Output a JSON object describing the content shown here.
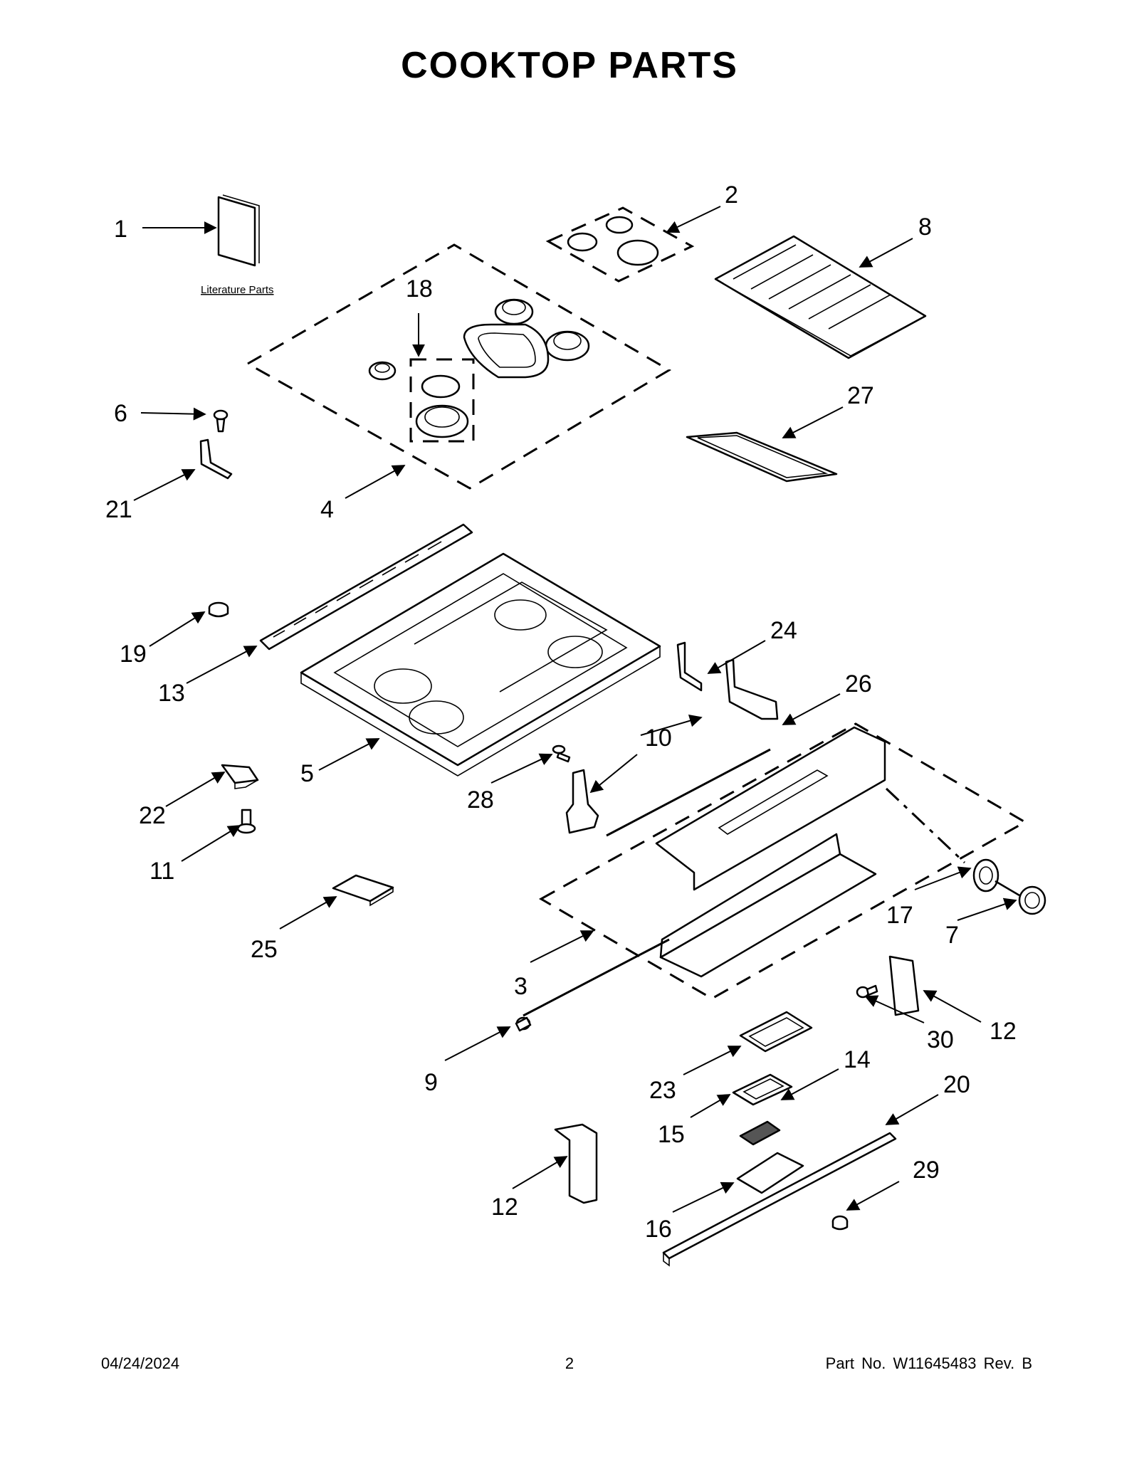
{
  "title": "COOKTOP PARTS",
  "literature_label": "Literature Parts",
  "callouts": [
    "1",
    "2",
    "8",
    "18",
    "6",
    "27",
    "21",
    "4",
    "19",
    "13",
    "24",
    "26",
    "5",
    "10",
    "28",
    "22",
    "11",
    "17",
    "7",
    "25",
    "3",
    "30",
    "12",
    "9",
    "23",
    "14",
    "15",
    "20",
    "29",
    "12",
    "16"
  ],
  "footer": {
    "date": "04/24/2024",
    "page": "2",
    "part": "Part No.  W11645483  Rev.  B"
  }
}
